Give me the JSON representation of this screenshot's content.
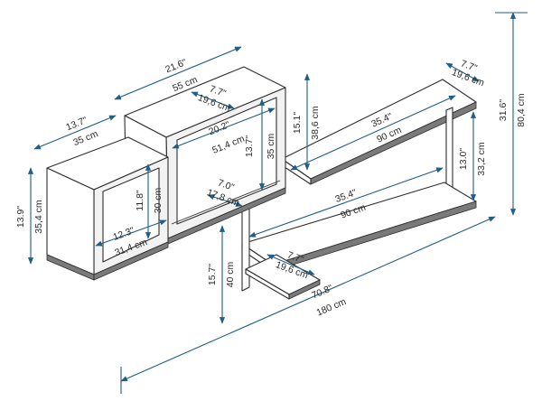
{
  "colors": {
    "line": "#2e2e2e",
    "dimension": "#1f5e86",
    "edge": "#7a7a7a"
  },
  "dimensions": {
    "top_cabinet_width": {
      "imperial": "21.6\"",
      "metric": "55 cm"
    },
    "top_cabinet_depth": {
      "imperial": "7.7\"",
      "metric": "19,6 cm"
    },
    "top_cabinet_inner_width": {
      "imperial": "20.2\"",
      "metric": "51,4 cm"
    },
    "top_cabinet_inner_height": {
      "imperial": "13.7\"",
      "metric": "35 cm"
    },
    "top_cabinet_lower_depth": {
      "imperial": "7.0\"",
      "metric": "17,8 cm"
    },
    "left_cabinet_width": {
      "imperial": "13.7\"",
      "metric": "35 cm"
    },
    "left_cabinet_height": {
      "imperial": "13.9\"",
      "metric": "35,4 cm"
    },
    "left_cabinet_inner_height": {
      "imperial": "11.8\"",
      "metric": "30 cm"
    },
    "left_cabinet_inner_width": {
      "imperial": "12.3\"",
      "metric": "31,4 cm"
    },
    "upper_shelf_width": {
      "imperial": "35.4\"",
      "metric": "90 cm"
    },
    "upper_shelf_depth": {
      "imperial": "7.7\"",
      "metric": "19,6 cm"
    },
    "upper_shelf_gap": {
      "imperial": "15.1\"",
      "metric": "38,6 cm"
    },
    "total_height": {
      "imperial": "31.6\"",
      "metric": "80,4 cm"
    },
    "shelf_spacing": {
      "imperial": "13.0\"",
      "metric": "33,2 cm"
    },
    "lower_shelf_width": {
      "imperial": "35.4\"",
      "metric": "90 cm"
    },
    "bottom_shelf_depth": {
      "imperial": "7.7\"",
      "metric": "19,6 cm"
    },
    "bottom_shelf_height": {
      "imperial": "15.7\"",
      "metric": "40 cm"
    },
    "total_width": {
      "imperial": "70.8\"",
      "metric": "180 cm"
    }
  }
}
